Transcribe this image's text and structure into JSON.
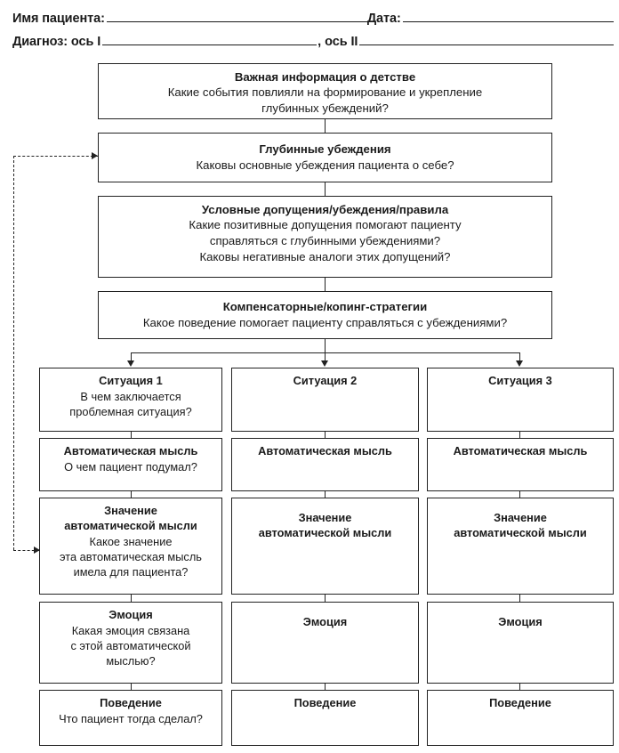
{
  "header": {
    "patient_name_label": "Имя пациента:",
    "date_label": "Дата:",
    "diagnosis_label": "Диагноз: ось I",
    "axis2_label": "ось II",
    "axis_separator": ",",
    "patient_name_value": "",
    "date_value": "",
    "axis1_value": "",
    "axis2_value": ""
  },
  "flow": {
    "childhood": {
      "title": "Важная информация о детстве",
      "body_line1": "Какие события повлияли на формирование и укрепление",
      "body_line2": "глубинных убеждений?"
    },
    "core_beliefs": {
      "title": "Глубинные убеждения",
      "body_line1": "Каковы основные убеждения пациента о себе?"
    },
    "assumptions": {
      "title": "Условные допущения/убеждения/правила",
      "body_line1": "Какие позитивные допущения помогают пациенту",
      "body_line2": "справляться с глубинными убеждениями?",
      "body_line3": "Каковы негативные аналоги этих допущений?"
    },
    "coping": {
      "title": "Компенсаторные/копинг-стратегии",
      "body_line1": "Какое поведение помогает пациенту справляться с убеждениями?"
    }
  },
  "columns": [
    {
      "situation": {
        "title": "Ситуация 1",
        "body_line1": "В чем заключается",
        "body_line2": "проблемная ситуация?"
      },
      "automatic_thought": {
        "title": "Автоматическая мысль",
        "body_line1": "О чем пациент подумал?"
      },
      "meaning": {
        "title_line1": "Значение",
        "title_line2": "автоматической мысли",
        "body_line1": "Какое значение",
        "body_line2": "эта автоматическая мысль",
        "body_line3": "имела для пациента?"
      },
      "emotion": {
        "title": "Эмоция",
        "body_line1": "Какая эмоция связана",
        "body_line2": "с этой автоматической",
        "body_line3": "мыслью?"
      },
      "behavior": {
        "title": "Поведение",
        "body_line1": "Что пациент тогда сделал?"
      }
    },
    {
      "situation": {
        "title": "Ситуация 2",
        "body_line1": "",
        "body_line2": ""
      },
      "automatic_thought": {
        "title": "Автоматическая мысль",
        "body_line1": ""
      },
      "meaning": {
        "title_line1": "Значение",
        "title_line2": "автоматической мысли",
        "body_line1": "",
        "body_line2": "",
        "body_line3": ""
      },
      "emotion": {
        "title": "Эмоция",
        "body_line1": "",
        "body_line2": "",
        "body_line3": ""
      },
      "behavior": {
        "title": "Поведение",
        "body_line1": ""
      }
    },
    {
      "situation": {
        "title": "Ситуация 3",
        "body_line1": "",
        "body_line2": ""
      },
      "automatic_thought": {
        "title": "Автоматическая мысль",
        "body_line1": ""
      },
      "meaning": {
        "title_line1": "Значение",
        "title_line2": "автоматической мысли",
        "body_line1": "",
        "body_line2": "",
        "body_line3": ""
      },
      "emotion": {
        "title": "Эмоция",
        "body_line1": "",
        "body_line2": "",
        "body_line3": ""
      },
      "behavior": {
        "title": "Поведение",
        "body_line1": ""
      }
    }
  ],
  "colors": {
    "ink": "#1a1a1a",
    "border": "#222222",
    "page": "#ffffff"
  }
}
